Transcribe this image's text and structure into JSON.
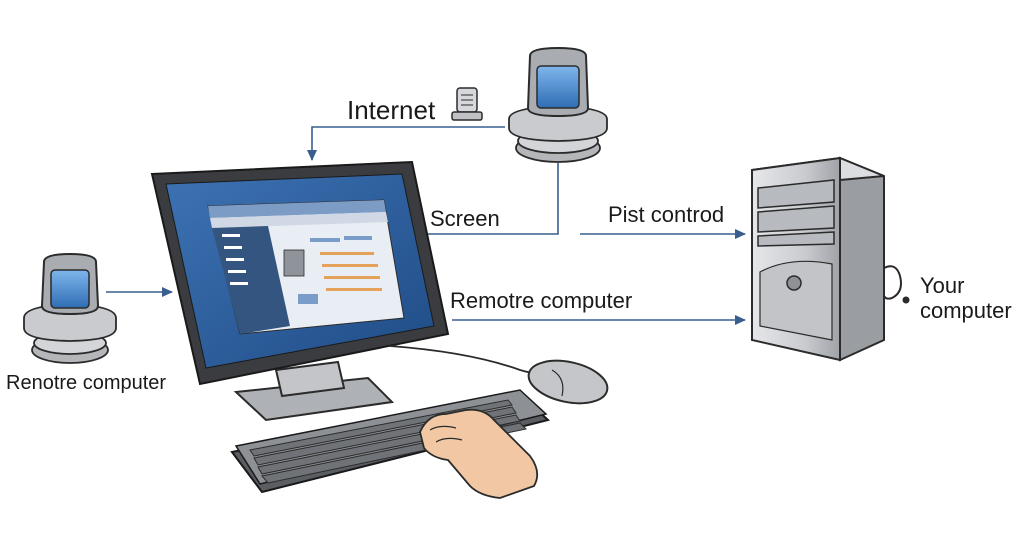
{
  "labels": {
    "internet": "Internet",
    "screen": "Screen",
    "pist_control": "Pist controd",
    "remote_top": "Remotre computer",
    "remote_left": "Renotre computer",
    "your_computer_line1": "Your",
    "your_computer_line2": "computer"
  },
  "colors": {
    "arrow": "#3a5f8f",
    "outline": "#2b2b2b",
    "screen_blue": "#2c5f9e",
    "metal": "#c9cbcf",
    "metal_dark": "#8e9196",
    "monitor_glass": "#4a8fd6",
    "skin": "#f2c8a4"
  }
}
